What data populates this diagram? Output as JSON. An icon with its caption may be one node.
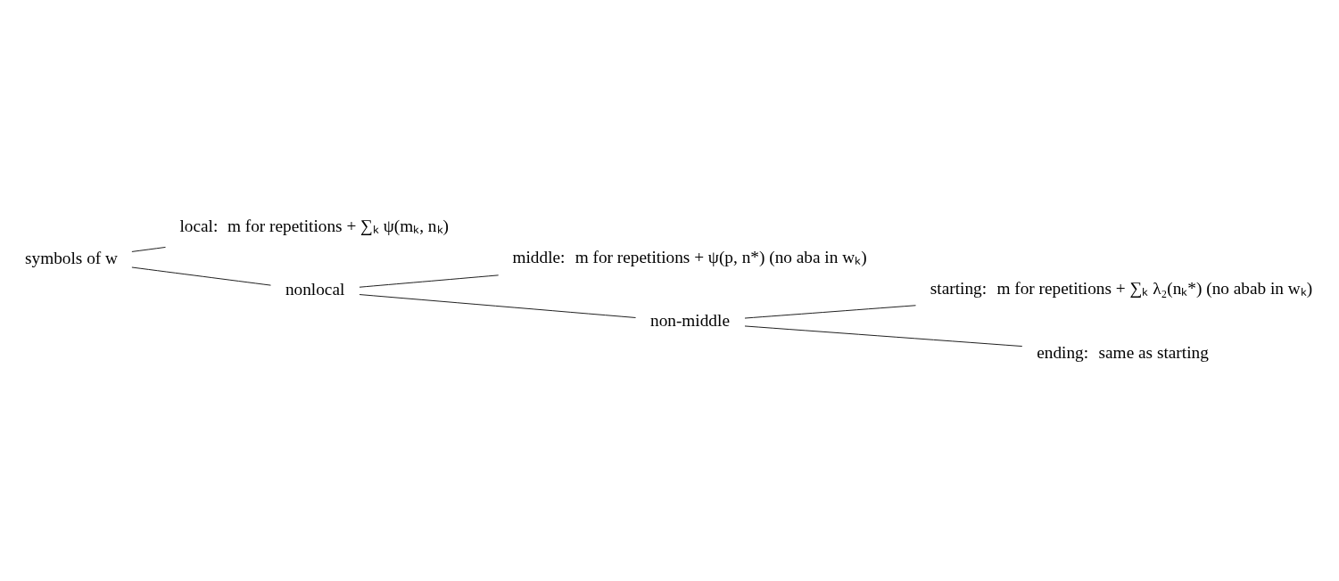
{
  "diagram": {
    "nodes": [
      {
        "text": [
          "symbols of w"
        ]
      },
      {
        "text": [
          "local:"
        ],
        "beside": [
          "m for repetitions + ∑ₖ ψ(mₖ, nₖ)"
        ]
      },
      {
        "text": [
          "nonlocal"
        ]
      },
      {
        "text": [
          "middle:"
        ],
        "beside": [
          "m for repetitions + ψ(p, n*) (no aba in wₖ)"
        ]
      },
      {
        "text": [
          "non-middle"
        ]
      },
      {
        "text": [
          "starting:"
        ],
        "beside": [
          "m for repetitions + ∑ₖ λ₂(nₖ*) (no abab in wₖ)"
        ]
      },
      {
        "text": [
          "ending:"
        ],
        "beside": [
          "same as starting"
        ]
      }
    ],
    "edges": [
      {
        "from": 0,
        "to": 1,
        "arrow": "none"
      },
      {
        "from": 0,
        "to": 2,
        "arrow": "none"
      },
      {
        "from": 2,
        "to": 3,
        "arrow": "none"
      },
      {
        "from": 2,
        "to": 4,
        "arrow": "none"
      },
      {
        "from": 4,
        "to": 5,
        "arrow": "none"
      },
      {
        "from": 4,
        "to": 6,
        "arrow": "none"
      }
    ]
  }
}
